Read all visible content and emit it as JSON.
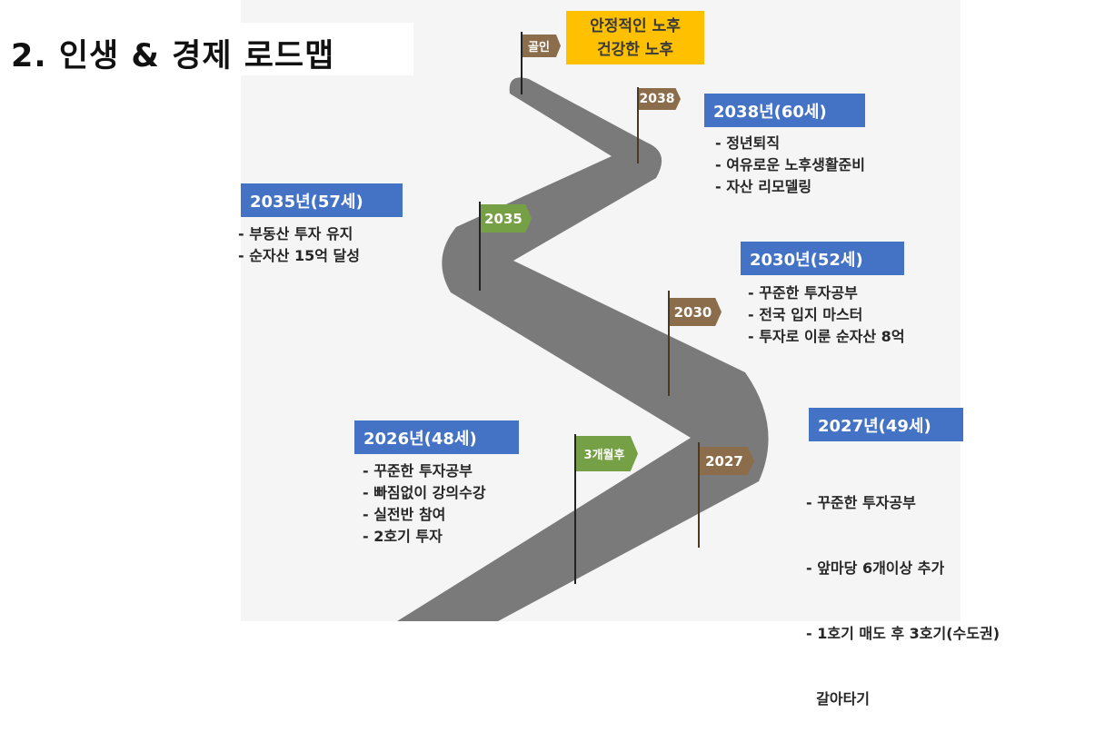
{
  "title": "2. 인생 & 경제 로드맵",
  "goal": {
    "flag": "골인",
    "line1": "안정적인 노후",
    "line2": "건강한 노후"
  },
  "flags": {
    "f2038": "2038",
    "f2035": "2035",
    "f2030": "2030",
    "f2027": "2027",
    "f3m": "3개월후"
  },
  "milestones": {
    "m2038": {
      "header": "2038년(60세)",
      "items": [
        "-   정년퇴직",
        "-   여유로운 노후생활준비",
        "-   자산 리모델링"
      ]
    },
    "m2035": {
      "header": "2035년(57세)",
      "items": [
        "-   부동산 투자 유지",
        "-   순자산 15억 달성"
      ]
    },
    "m2030": {
      "header": "2030년(52세)",
      "items": [
        "- 꾸준한 투자공부",
        "- 전국 입지 마스터",
        "- 투자로 이룬 순자산 8억"
      ]
    },
    "m2026": {
      "header": "2026년(48세)",
      "items": [
        "- 꾸준한 투자공부",
        "- 빠짐없이 강의수강",
        "- 실전반 참여",
        "- 2호기 투자"
      ]
    },
    "m2027": {
      "header": "2027년(49세)",
      "items": [
        "- 꾸준한 투자공부",
        "- 앞마당 6개이상 추가",
        "- 1호기 매도 후 3호기(수도권)",
        "  갈아타기"
      ]
    }
  },
  "colors": {
    "header": "#4472c4",
    "goal": "#FFC000",
    "flag_brown": "#8c6d4b",
    "flag_green": "#76a045",
    "road": "#7a7a7a"
  }
}
